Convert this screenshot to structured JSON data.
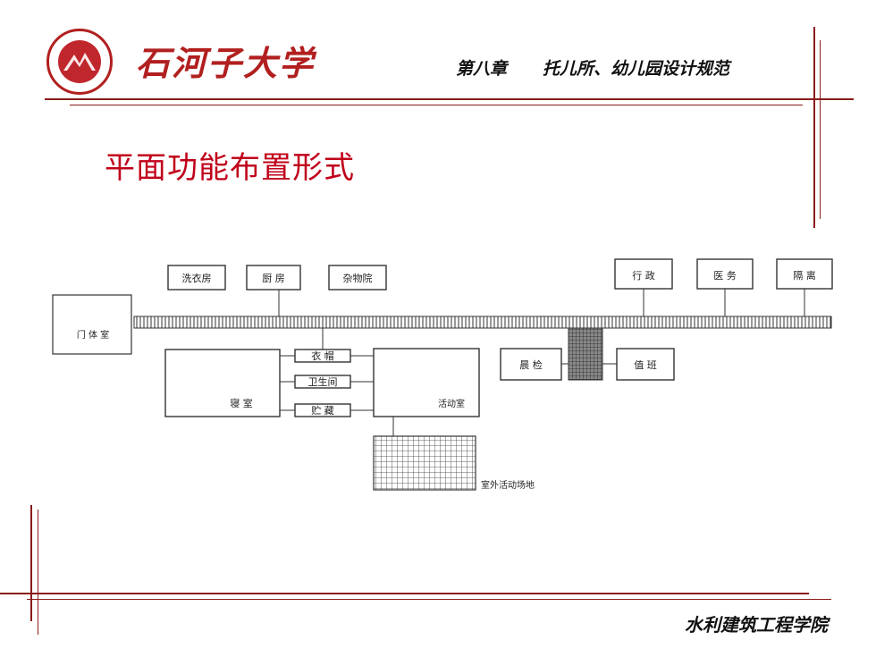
{
  "header": {
    "university": "石河子大学",
    "chapter": "第八章",
    "chapter_title": "托儿所、幼儿园设计规范",
    "logo_text": "石河子大学"
  },
  "slide": {
    "title": "平面功能布置形式"
  },
  "footer": {
    "college": "水利建筑工程学院"
  },
  "diagram": {
    "top_left_rooms": [
      "洗衣房",
      "厨 房",
      "杂物院"
    ],
    "top_right_rooms": [
      "行 政",
      "医 务",
      "隔 离"
    ],
    "left_box": "门 体 室",
    "sleep_room": "寝 室",
    "service_rooms": [
      "衣 帽",
      "卫生间",
      "贮 藏"
    ],
    "activity_room": "活动室",
    "morning_check": "晨 检",
    "duty_room": "值 班",
    "outdoor": "室外活动场地"
  },
  "colors": {
    "accent_red": "#8b1a1a",
    "title_red": "#c0001a"
  }
}
